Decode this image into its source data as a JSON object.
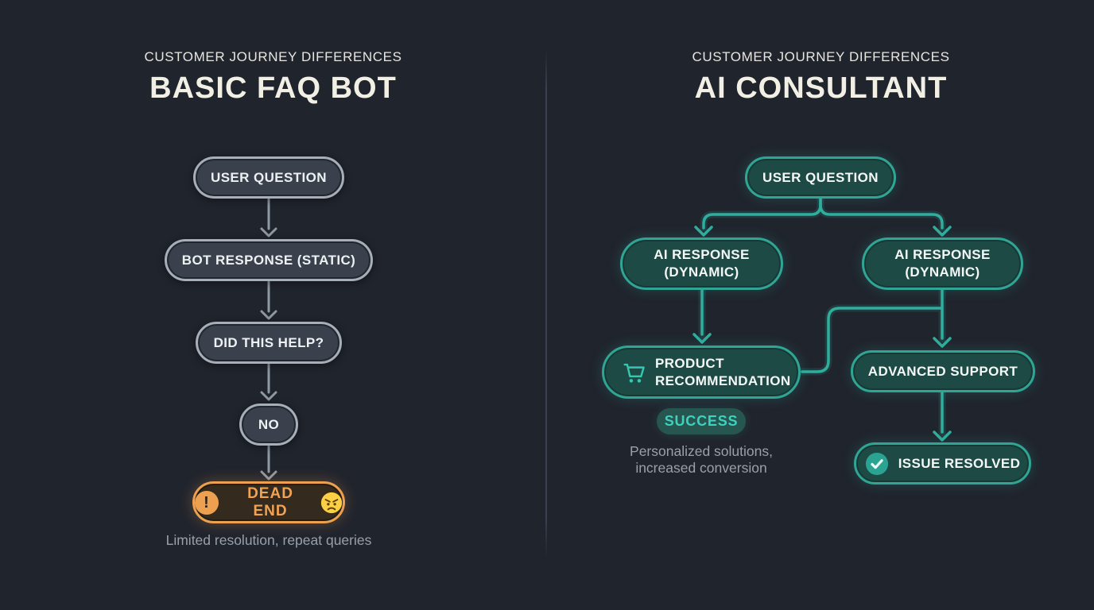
{
  "left": {
    "eyebrow": "CUSTOMER JOURNEY DIFFERENCES",
    "title": "BASIC FAQ BOT",
    "nodes": {
      "user_question": "USER QUESTION",
      "bot_response": "BOT RESPONSE (STATIC)",
      "did_this_help": "DID THIS HELP?",
      "no": "NO",
      "dead_end": "DEAD END"
    },
    "warning_glyph": "!",
    "caption": "Limited resolution, repeat queries"
  },
  "right": {
    "eyebrow": "CUSTOMER JOURNEY DIFFERENCES",
    "title": "AI CONSULTANT",
    "nodes": {
      "user_question": "USER QUESTION",
      "ai_response_left": "AI RESPONSE (DYNAMIC)",
      "ai_response_right": "AI RESPONSE (DYNAMIC)",
      "product_recommendation": "PRODUCT RECOMMENDATION",
      "advanced_support": "ADVANCED SUPPORT",
      "issue_resolved": "ISSUE RESOLVED"
    },
    "badge": "SUCCESS",
    "caption_line1": "Personalized solutions,",
    "caption_line2": "increased conversion"
  },
  "icons": {
    "warning": "warning-icon",
    "angry_face": "angry-face-icon",
    "cart": "shopping-cart-icon",
    "check": "check-circle-icon"
  },
  "colors": {
    "background": "#20242d",
    "teal_border": "#2fa695",
    "teal_fill": "#1e4a46",
    "teal_bright": "#3ed1bf",
    "gray_border": "#a6aeb8",
    "gray_fill": "#3a414c",
    "orange_accent": "#eda04f",
    "caption_gray": "#99a0a9",
    "title_offwhite": "#f2f0e5"
  }
}
